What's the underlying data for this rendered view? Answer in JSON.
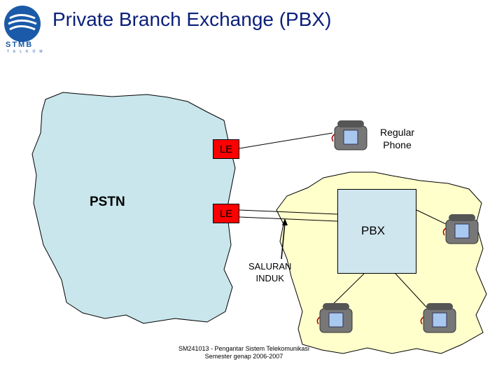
{
  "title": "Private Branch Exchange (PBX)",
  "logo": {
    "name": "STMB",
    "sub": "TELKOM"
  },
  "diagram": {
    "pstn_label": "PSTN",
    "le_top_label": "LE",
    "le_bottom_label": "LE",
    "pbx_label": "PBX",
    "regular_phone_label_line1": "Regular",
    "regular_phone_label_line2": "Phone",
    "trunk_label_line1": "SALURAN",
    "trunk_label_line2": "INDUK"
  },
  "footer": {
    "line1": "SM241013 - Pengantar Sistem Telekomunikasi",
    "line2": "Semester genap 2006-2007"
  },
  "colors": {
    "pstn_cloud": "#c8e6ec",
    "pbx_cloud": "#ffffcc",
    "le_box": "#ff0000",
    "pbx_box": "#cfe6ee",
    "title": "#0a1f7a"
  }
}
